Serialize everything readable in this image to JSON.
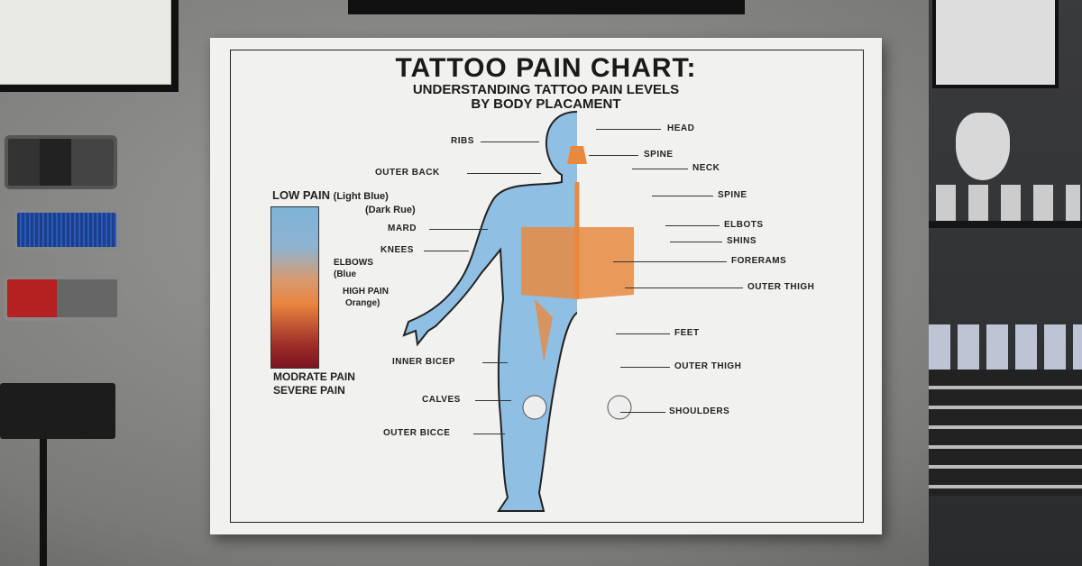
{
  "poster": {
    "title": "TATTOO PAIN CHART:",
    "subtitle_line1": "UNDERSTANDING TATTOO PAIN LEVELS",
    "subtitle_line2": "BY BODY PLACAMENT"
  },
  "legend": {
    "low_pain": "LOW PAIN",
    "low_color": "(Light Blue)",
    "dark": "(Dark Rue)",
    "elbows": "ELBOWS",
    "elbows_color": "(Blue",
    "high_pain": "HIGH PAIN",
    "high_color": "Orange)",
    "moderate": "MODRATE PAIN",
    "severe": "SEVERE PAIN",
    "gradient_colors": [
      "#7fb3d9",
      "#e8853f",
      "#7a1420"
    ]
  },
  "labels_left": [
    "RIBS",
    "OUTER BACK",
    "MARD",
    "KNEES",
    "INNER BICEP",
    "CALVES",
    "OUTER BICCE"
  ],
  "labels_right": [
    "HEAD",
    "SPINE",
    "NECK",
    "SPINE",
    "ELBOTS",
    "SHINS",
    "FORERAMS",
    "OUTER THIGH",
    "FEET",
    "OUTER THIGH",
    "SHOULDERS"
  ],
  "colors": {
    "low": "#8fbfe3",
    "moderate": "#e8893f",
    "severe": "#8a1a1e"
  }
}
